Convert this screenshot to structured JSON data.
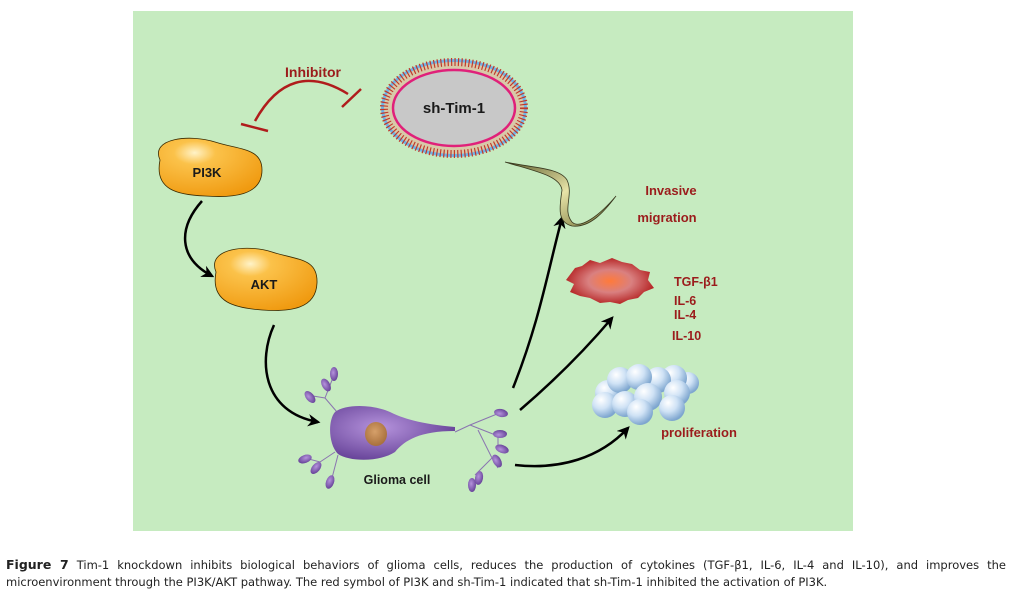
{
  "figure": {
    "nodes": {
      "pi3k": "PI3K",
      "akt": "AKT",
      "sh_tim1": "sh-Tim-1",
      "glioma": "Glioma cell"
    },
    "inhibitor_label": "Inhibitor",
    "outcomes": {
      "invasive_line1": "Invasive",
      "invasive_line2": "migration",
      "cytokines": [
        "TGF-β1",
        "IL-6",
        "IL-4",
        "IL-10"
      ],
      "proliferation": "proliferation"
    },
    "colors": {
      "background": "#c6ebc0",
      "protein": "#f5a623",
      "inhibitor": "#b01c1c",
      "label_red": "#9b1c1c",
      "glioma": "#7b4fa8",
      "membrane_pink": "#e0207a",
      "membrane_blue": "#6fb4e8"
    }
  },
  "caption": {
    "label": "Figure 7",
    "text": "Tim-1 knockdown inhibits biological behaviors of glioma cells, reduces the production of cytokines (TGF-β1, IL-6, IL-4 and IL-10), and improves the microenvironment through the PI3K/AKT pathway. The red symbol of PI3K and sh-Tim-1 indicated that sh-Tim-1 inhibited the activation of PI3K."
  }
}
